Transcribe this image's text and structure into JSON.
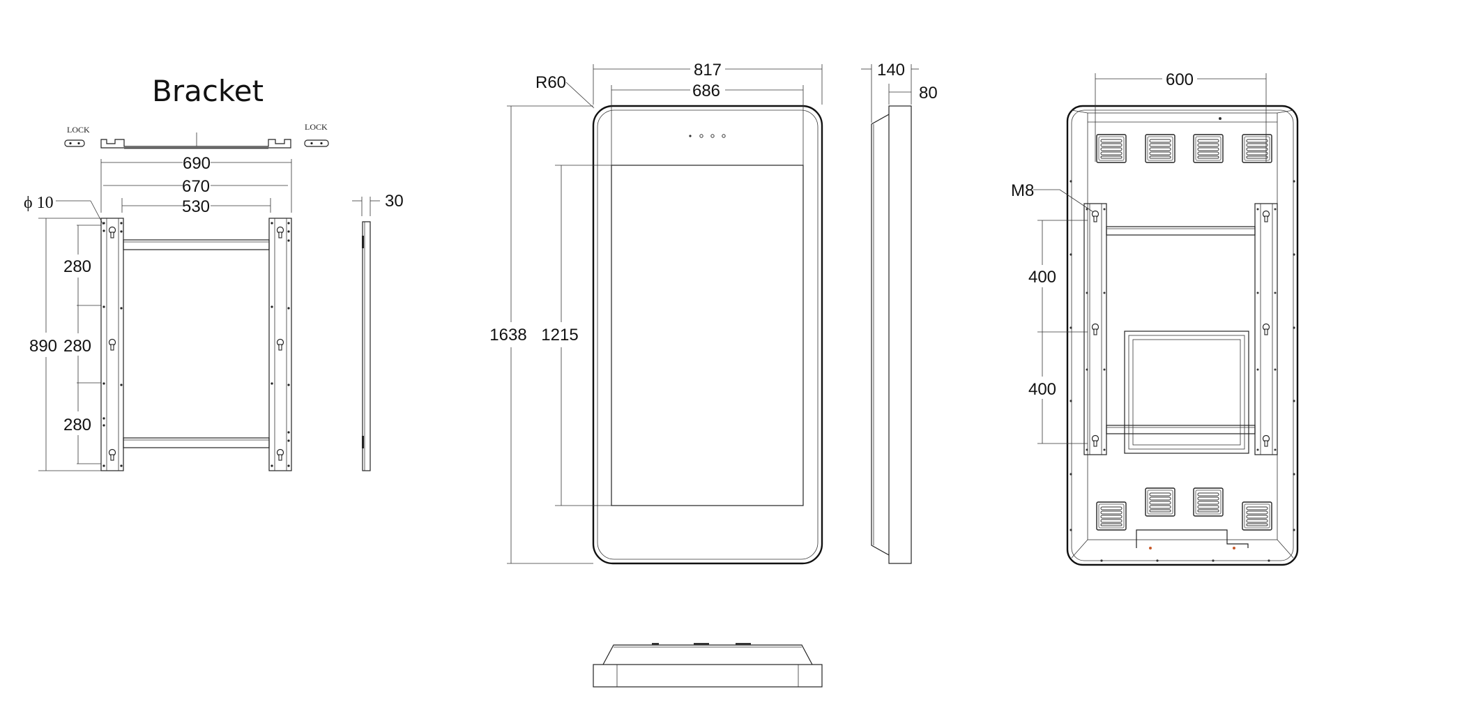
{
  "bracket": {
    "title": "Bracket",
    "lock_left": "LOCK",
    "lock_right": "LOCK",
    "dim_690": "690",
    "dim_670": "670",
    "dim_530": "530",
    "dim_phi10": "ϕ 10",
    "dim_30": "30",
    "dim_890": "890",
    "dim_280_a": "280",
    "dim_280_b": "280",
    "dim_280_c": "280"
  },
  "front": {
    "dim_817": "817",
    "dim_686": "686",
    "dim_r60": "R60",
    "dim_1638": "1638",
    "dim_1215": "1215"
  },
  "side": {
    "dim_140": "140",
    "dim_80": "80"
  },
  "back": {
    "dim_600": "600",
    "dim_m8": "M8",
    "dim_400_a": "400",
    "dim_400_b": "400"
  }
}
